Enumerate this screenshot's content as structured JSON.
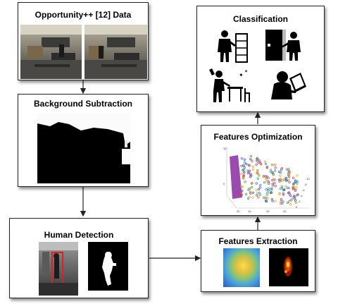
{
  "boxes": {
    "opportunity": {
      "title": "Opportunity++ [12] Data"
    },
    "background": {
      "title": "Background Subtraction"
    },
    "human": {
      "title": "Human Detection"
    },
    "features_extraction": {
      "title": "Features Extraction"
    },
    "features_optimization": {
      "title": "Features Optimization"
    },
    "classification": {
      "title": "Classification"
    }
  },
  "plot_ticks": {
    "x": [
      "20",
      "10",
      "10",
      "20"
    ],
    "y": [
      "0",
      "-2",
      "-4",
      "-6",
      "-8",
      "-10"
    ],
    "z": [
      "10",
      "0"
    ]
  },
  "colors": {
    "arrow": "#222222",
    "border": "#222222",
    "heatmap_blue": "#3b7bd8",
    "heatmap_yellow": "#f0d040",
    "detection_box": "#e02020"
  }
}
